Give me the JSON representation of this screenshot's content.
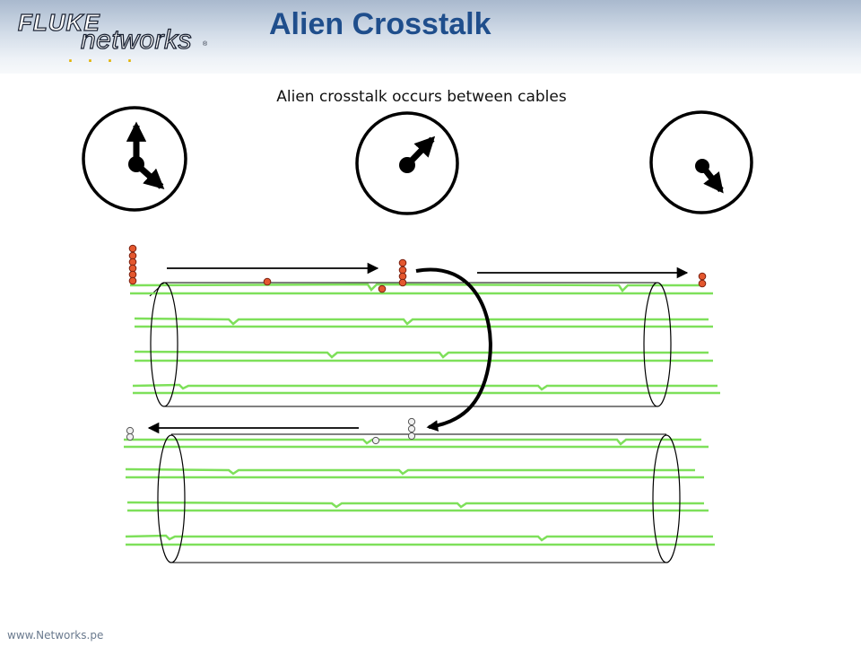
{
  "header": {
    "title": "Alien Crosstalk",
    "logo": {
      "line1": "FLUKE",
      "line2": "networks",
      "reg": "®",
      "dots": ". . . ."
    }
  },
  "subtitle": "Alien crosstalk occurs between cables",
  "footer": "www.Networks.pe",
  "colors": {
    "title": "#1f4e8c",
    "wire": "#7ee05a",
    "signal_dot": "#e4572e",
    "induced_dot": "#f0f0f0",
    "outline": "#000000"
  },
  "icons": [
    "phasor-dial-icon",
    "signal-arrow-icon",
    "coupling-arrow-icon"
  ]
}
